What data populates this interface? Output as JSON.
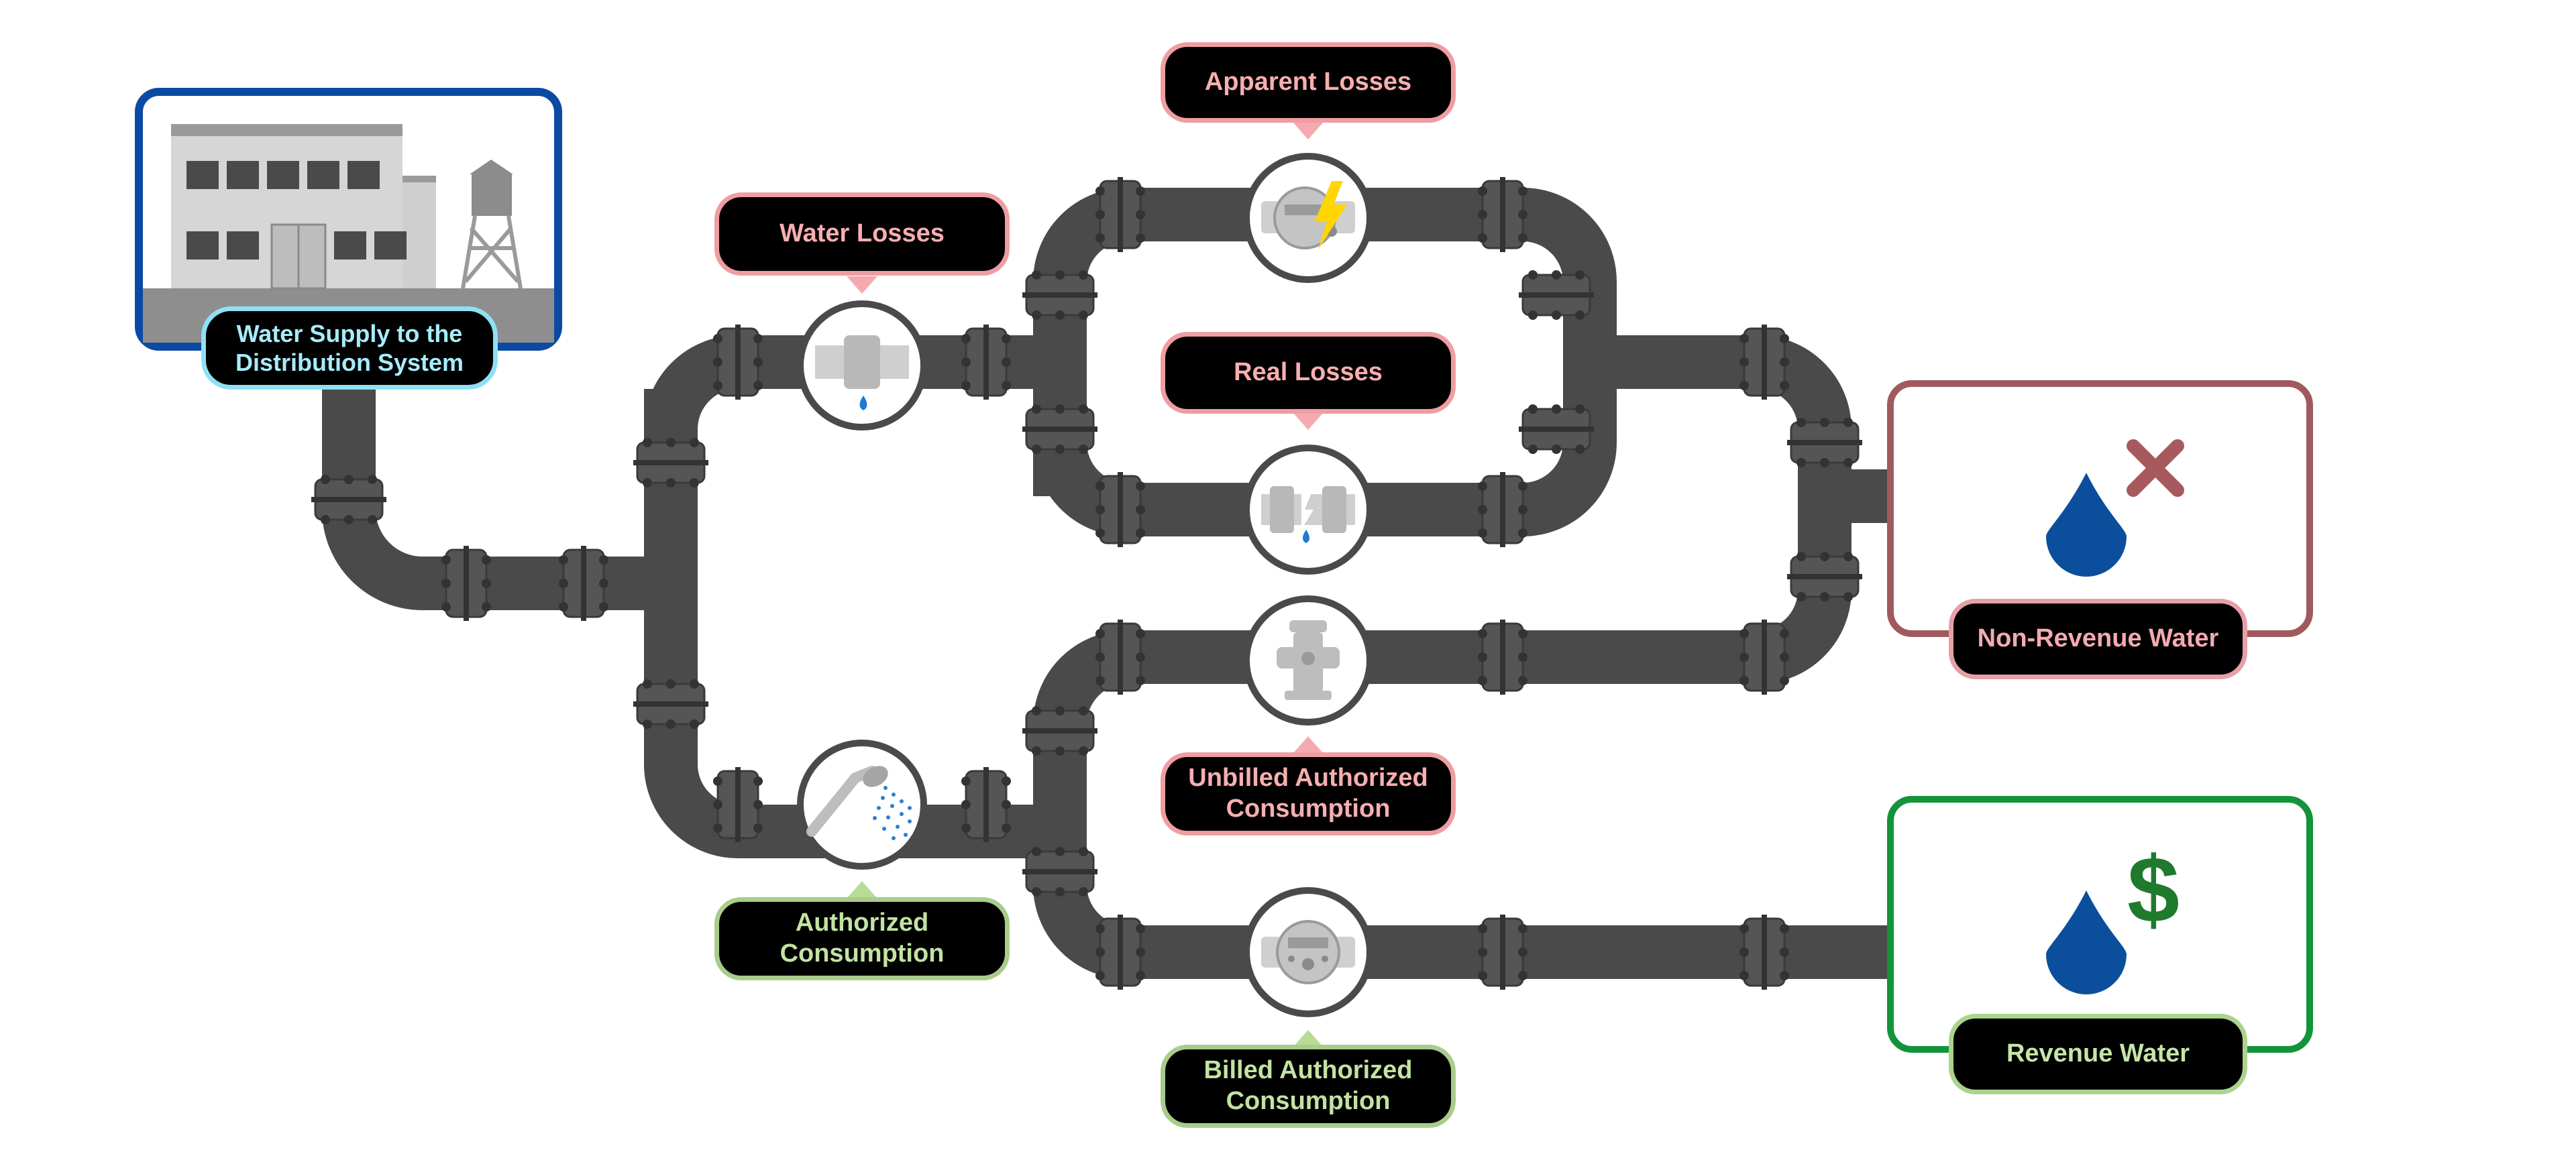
{
  "nodes": {
    "supply": "Water Supply to the Distribution System",
    "supply_lines": [
      "Water Supply to the",
      "Distribution System"
    ],
    "water_losses": "Water Losses",
    "apparent_losses": "Apparent Losses",
    "real_losses": "Real Losses",
    "authorized_consumption_lines": [
      "Authorized",
      "Consumption"
    ],
    "unbilled_authorized_lines": [
      "Unbilled Authorized",
      "Consumption"
    ],
    "billed_authorized_lines": [
      "Billed Authorized",
      "Consumption"
    ],
    "non_revenue_water": "Non-Revenue Water",
    "revenue_water": "Revenue Water"
  },
  "icons": {
    "supply": "building-with-water-tower-icon",
    "water_losses": "leaking-pipe-joint-icon",
    "apparent_losses": "tampered-meter-icon",
    "real_losses": "broken-pipe-leak-icon",
    "authorized_consumption": "shower-head-icon",
    "unbilled_authorized": "fire-hydrant-icon",
    "billed_authorized": "water-meter-icon",
    "non_revenue_water": "water-drop-with-x-icon",
    "revenue_water": "water-drop-with-dollar-icon"
  },
  "colors": {
    "pipe": "#4a4a4a",
    "loss_accent": "#f4aab0",
    "authorized_accent": "#b8dc98",
    "supply_frame": "#0b4aa2",
    "non_revenue_frame": "#a05a5e",
    "revenue_frame": "#13933a",
    "drop": "#0b4f9c",
    "dollar": "#1f7a2e",
    "x_mark": "#a8595d"
  }
}
